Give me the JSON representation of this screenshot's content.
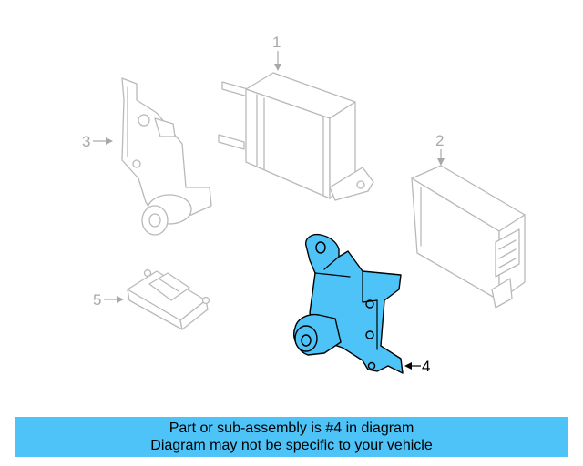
{
  "callouts": {
    "c1": "1",
    "c2": "2",
    "c3": "3",
    "c4": "4",
    "c5": "5"
  },
  "highlighted_part": "4",
  "banner": {
    "line1": "Part or sub-assembly is #4 in diagram",
    "line2": "Diagram may not be specific to your vehicle"
  },
  "colors": {
    "highlight": "#4dc3f7",
    "ghost": "#b9b9b9",
    "banner": "#4dc3f7"
  }
}
